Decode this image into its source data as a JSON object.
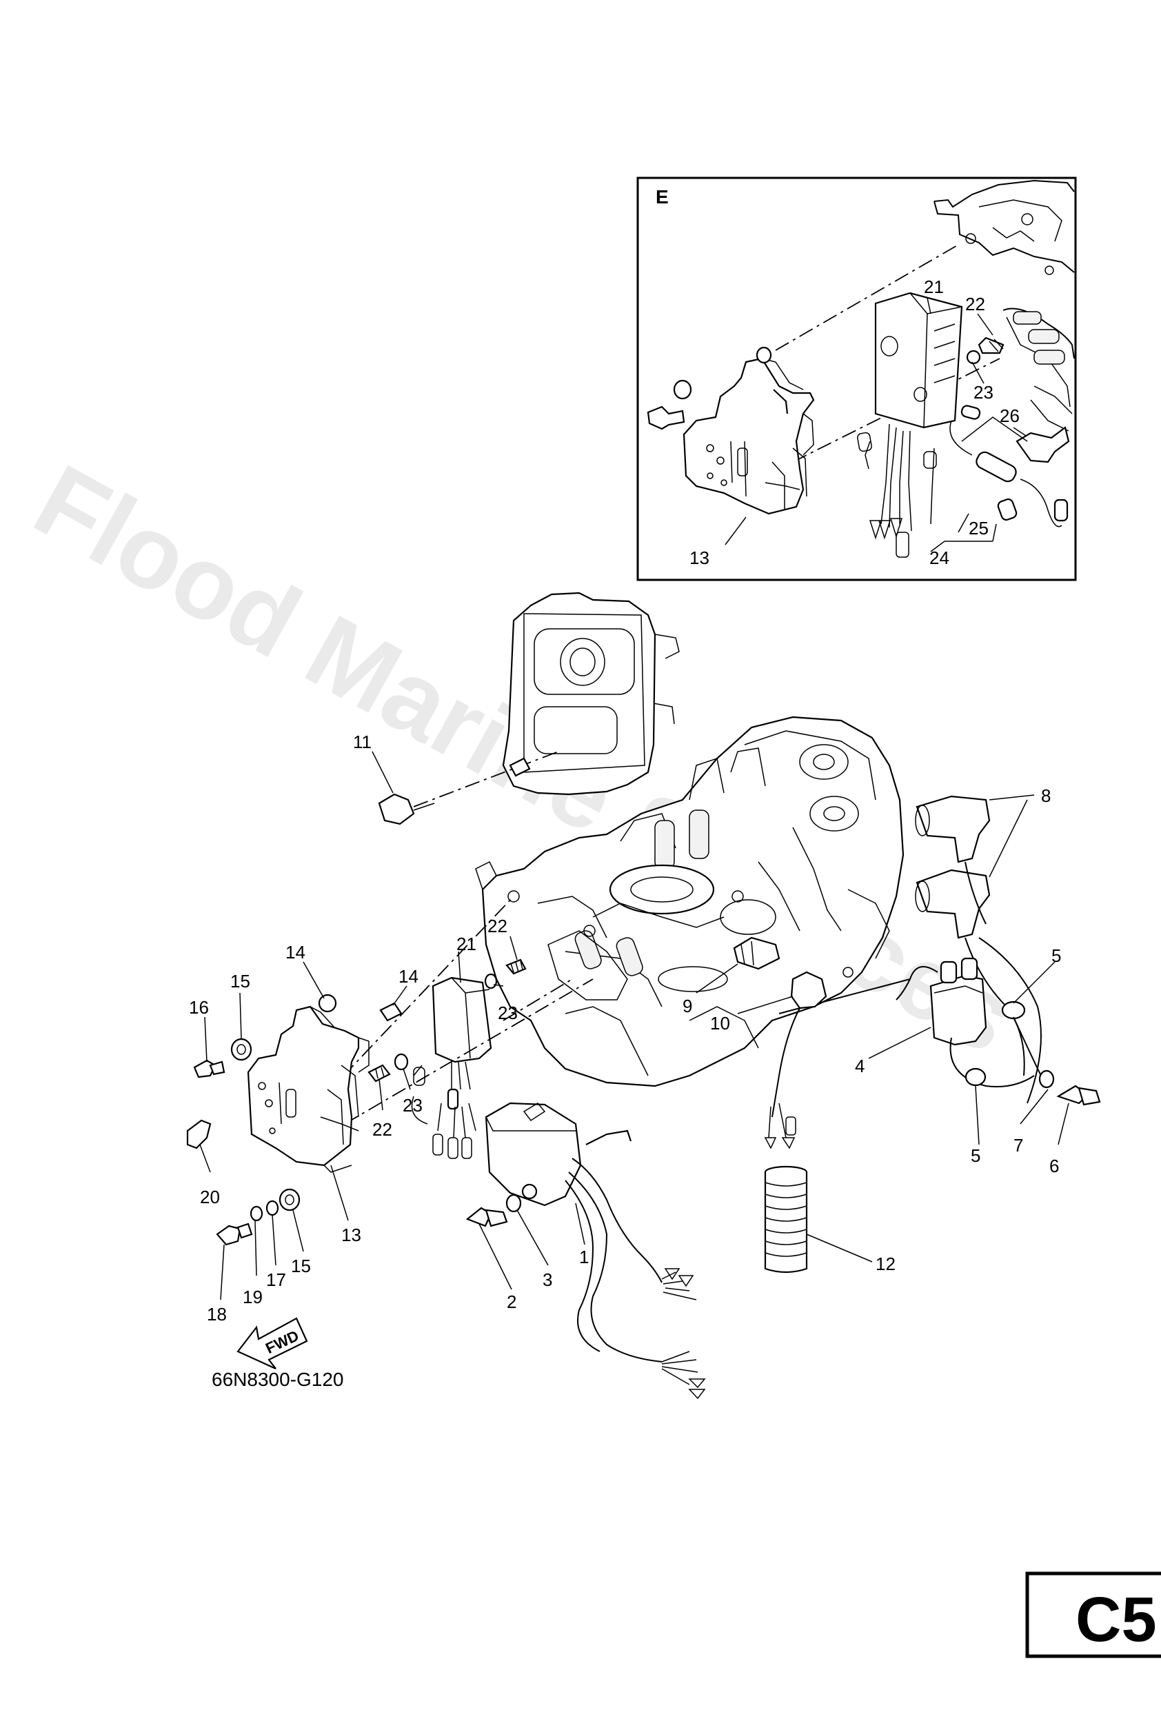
{
  "watermark": "Flood Marine Services",
  "inset": {
    "label": "E",
    "parts": [
      "21",
      "22",
      "23",
      "26",
      "25",
      "24",
      "13"
    ]
  },
  "main_parts": [
    "11",
    "8",
    "22",
    "21",
    "14",
    "15",
    "16",
    "14",
    "23",
    "23",
    "22",
    "9",
    "10",
    "5",
    "4",
    "7",
    "6",
    "5",
    "20",
    "13",
    "1",
    "3",
    "2",
    "12",
    "15",
    "17",
    "19",
    "18"
  ],
  "fwd_label": "FWD",
  "drawing_code": "66N8300-G120",
  "page_tab": "C5"
}
